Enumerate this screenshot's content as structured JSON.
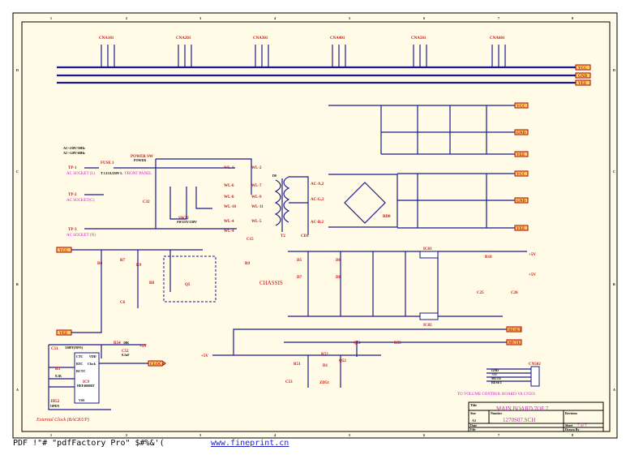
{
  "frame": {
    "columns": [
      "1",
      "2",
      "3",
      "4",
      "5",
      "6",
      "7",
      "8"
    ],
    "rows": [
      "D",
      "C",
      "B",
      "A"
    ]
  },
  "connectors": [
    "CNA101",
    "CNA201",
    "CNA301",
    "CNA401",
    "CNA501",
    "CNA601"
  ],
  "bus_labels": [
    "VCC",
    "GND",
    "VEE"
  ],
  "rail_labels": [
    "VCC",
    "GND",
    "VEE",
    "VCC",
    "GND",
    "VEE"
  ],
  "power_in": {
    "ac1": "AC~230V/50Hz",
    "ac2": "AC~120V/60Hz",
    "tp1": "TP-1",
    "tp2": "TP-2",
    "tp3": "TP-3",
    "sock_l": "AC SOCKET (L)",
    "sock_g": "AC SOCKET(G)",
    "sock_n": "AC SOCKET (N)",
    "fuse": "FUSE 1",
    "fuse_val": "T 3.15A/250V L",
    "sw": "POWER SW",
    "sw_sub": "POWER",
    "panel": "FRONT PANEL",
    "c32": "C32",
    "sw32": "SW32",
    "sw32_val": "SW115V/230V"
  },
  "transformer": {
    "wl": [
      "WL-1",
      "WL-2",
      "WL-6",
      "WL-7",
      "WL-8",
      "WL-9",
      "WL-10",
      "WL-11",
      "WL-4",
      "WL-5",
      "WL-4"
    ],
    "d0": "D0",
    "t2": "T2",
    "ac_a": "AC-A,2",
    "ac_g": "AC-G,2",
    "ac_b": "AC-B,2",
    "cd1": "CD1",
    "bd": "BD8",
    "c15": "C15",
    "r9": "R9",
    "chassis": "CHASSIS"
  },
  "regulators": {
    "ic81": "IC81",
    "ic82": "IC82",
    "d5": "D5",
    "d6": "D6",
    "d7": "D7",
    "d8": "D8",
    "r10": "R10",
    "out1": "+5V",
    "out2": "+5V",
    "c25": "C25",
    "c26": "C26"
  },
  "left_mid": {
    "vcc": "VCC",
    "vee": "VEE",
    "r6": "R6",
    "r7": "R7",
    "r8": "R8",
    "r9": "R9",
    "q5": "Q5",
    "c6": "C6"
  },
  "clock": {
    "c51": "C51",
    "c51v": "330PF(NPO)",
    "r5": "R5",
    "r5v": "9.1K",
    "r54": "R54",
    "r54v": "10K",
    "c52": "C52",
    "c52v": "0.1uF",
    "ic": "IC9",
    "ic_name": "HEF4060BT",
    "pins": [
      "CTC",
      "RTC",
      "RCTC",
      "VDD",
      "Clock",
      "VSS"
    ],
    "jd": "JD52",
    "jd_v": "OPEN",
    "label": "CLOCK",
    "backup": "External Clock (BACKUP)",
    "v5": "+5V"
  },
  "bottom_mid": {
    "v": "+5V",
    "r51": "R51",
    "r52": "R52",
    "r53": "R53",
    "d1": "D1",
    "q51": "Q51",
    "q52": "Q52",
    "zd": "ZD51",
    "c53": "C53",
    "reset": "RESET",
    "mute": "MUTE",
    "cn": "CN502",
    "cn_pins": [
      "GND",
      "+5V",
      "MUTE",
      "RESET"
    ],
    "to": "TO VOLUME CONTROL BOARD-VA CN501"
  },
  "title_block": {
    "title_label": "Title",
    "title": "MAIN BOARD 7OF 7",
    "size_label": "Size",
    "size": "A3",
    "number_label": "Number",
    "number": "1270S07.SCH",
    "revision_label": "Revision",
    "date_label": "Date",
    "sheet_label": "Sheet",
    "sheet": "7 of 7",
    "file_label": "File",
    "drawn_label": "Drawn By"
  },
  "footer": {
    "text": "PDF   !\"#     \"pdfFactory Pro\" $#%&'(",
    "link": "www.fineprint.cn"
  },
  "colors": {
    "wire": "#1a1a8c",
    "label_red": "#cc1111",
    "label_magenta": "#d020c0",
    "paper": "#fffbe6"
  }
}
